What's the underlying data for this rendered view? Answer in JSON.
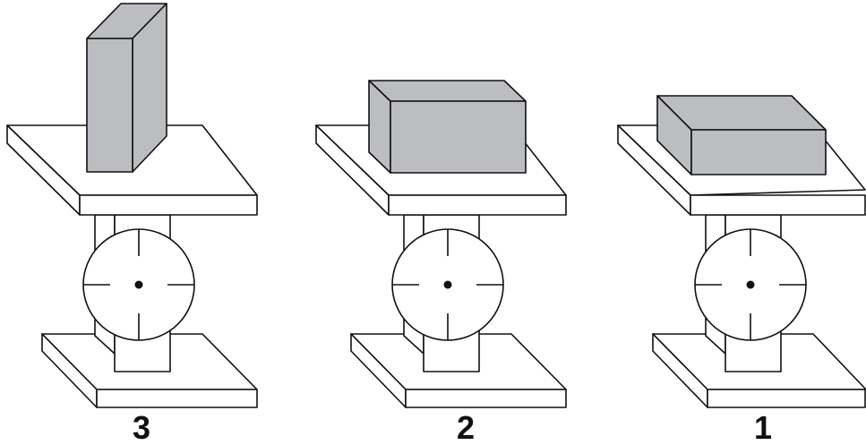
{
  "colors": {
    "line": "#111111",
    "background": "#ffffff",
    "box_fill": "#bcbdc0"
  },
  "scales": [
    {
      "label": "3",
      "object": "tall-box"
    },
    {
      "label": "2",
      "object": "wide-box"
    },
    {
      "label": "1",
      "object": "flat-box"
    }
  ]
}
